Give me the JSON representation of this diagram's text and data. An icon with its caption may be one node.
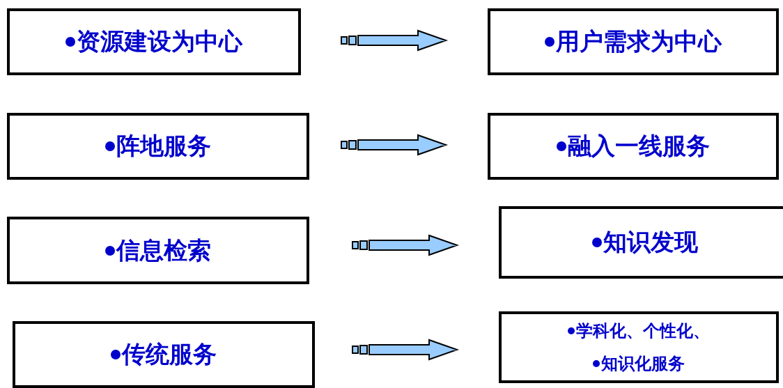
{
  "diagram": {
    "nodes": [
      {
        "text": [
          "资源建设为中心"
        ]
      },
      {
        "text": [
          "用户需求为中心"
        ]
      },
      {
        "text": [
          "阵地服务"
        ]
      },
      {
        "text": [
          "融入一线服务"
        ]
      },
      {
        "text": [
          "信息检索"
        ]
      },
      {
        "text": [
          "知识发现"
        ]
      },
      {
        "text": [
          "传统服务"
        ]
      },
      {
        "text": [
          "学科化、个性化、",
          "知识化服务"
        ]
      }
    ],
    "edges": [
      {
        "from": 0,
        "to": 1,
        "arrow": "to"
      },
      {
        "from": 2,
        "to": 3,
        "arrow": "to"
      },
      {
        "from": 4,
        "to": 5,
        "arrow": "to"
      },
      {
        "from": 6,
        "to": 7,
        "arrow": "to"
      }
    ]
  }
}
